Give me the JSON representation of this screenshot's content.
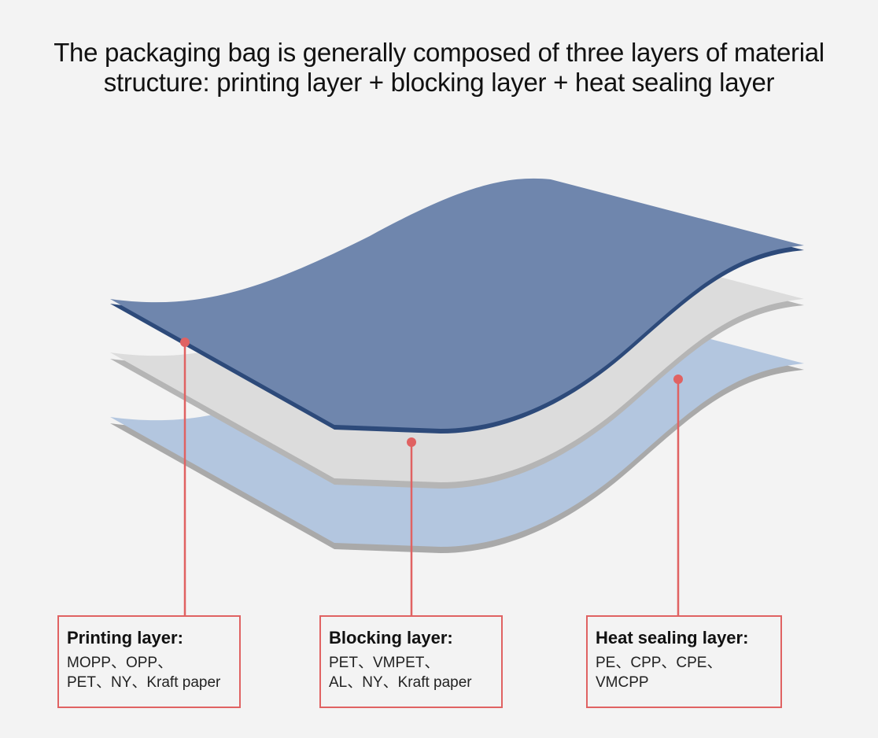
{
  "title": {
    "line1": "The packaging bag is generally composed of three layers of material",
    "line2": "structure: printing layer + blocking layer + heat sealing layer"
  },
  "colors": {
    "printing_layer": "#6f86ad",
    "printing_edge": "#2d4a7a",
    "blocking_layer": "#dcdcdc",
    "heat_layer": "#b3c6df",
    "callout": "#e06262",
    "background": "#f3f3f3"
  },
  "callouts": [
    {
      "heading": "Printing layer:",
      "lines": [
        "MOPP、OPP、",
        "PET、NY、Kraft paper"
      ]
    },
    {
      "heading": "Blocking layer:",
      "lines": [
        "PET、VMPET、",
        "AL、NY、Kraft paper"
      ]
    },
    {
      "heading": "Heat sealing layer:",
      "lines": [
        "PE、CPP、CPE、",
        "VMCPP"
      ]
    }
  ]
}
